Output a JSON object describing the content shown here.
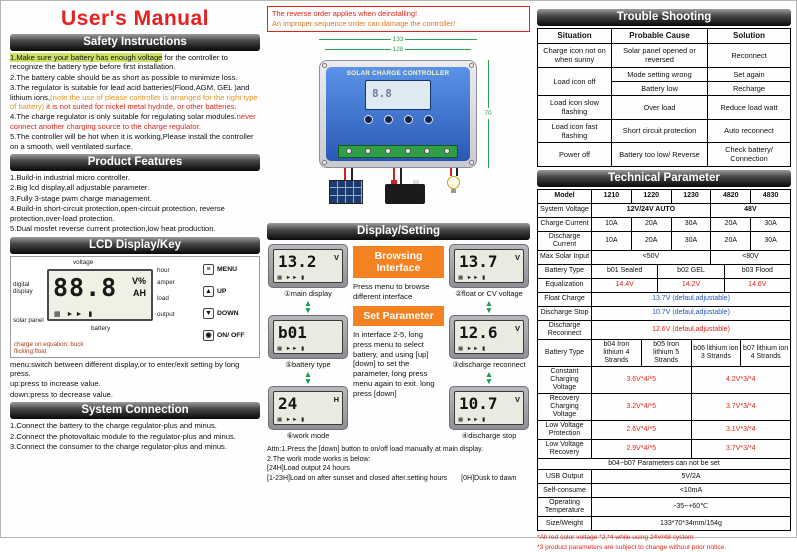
{
  "left": {
    "title": "User's Manual",
    "safety": {
      "header": "Safety Instructions",
      "i1_hl": "1.Make sure your battery has enough voltage",
      "i1_rest": " for the controller to recognize the battery type before first installation.",
      "i2": "2.The battery cable should be as short as possible to minimize loss.",
      "i3_a": "3.The regulator is suitable for lead acid batteries(Flood,AGM, GEL )and lithium ions,",
      "i3_note": "(note the use of please controller is arranged for the right type of battery)",
      "i3_red": " it is not suited for nickel metal hydride, or other batteries.",
      "i4_a": "4.The charge regulator is only suitable for regulating solar modules.",
      "i4_red": "never connect another charging source to the charge regulator.",
      "i5": "5.The controller will be hot when it is working,Please install the controller on a smooth, well ventilated surface."
    },
    "features": {
      "header": "Product Features",
      "items": [
        "1.Build-in industrial micro controller.",
        "2.Big lcd display,all adjustable parameter.",
        "3.Fully 3-stage pwm charge management.",
        "4.Build-in short-circuit protection,open-circuit protection, reverse protection,over-load protection.",
        "5.Dual mosfet reverse current protection,low heat production."
      ]
    },
    "lcd": {
      "header": "LCD Display/Key",
      "labels": {
        "voltage": "voltage",
        "digital_display": "digital display",
        "solar_panel": "solar panel",
        "hour": "hour",
        "amper": "amper",
        "load": "load",
        "output": "output",
        "battery": "battery"
      },
      "display_value": "88.8",
      "display_unit1": "V%",
      "display_unit2": "AH",
      "buttons": [
        "MENU",
        "UP",
        "DOWN",
        "ON/ OFF"
      ],
      "charge_note1": "charge on:equation: buck",
      "charge_note2": "flicking:float",
      "menu_desc": "menu:switch between different display,or to enter/exit setting by long press.",
      "up_desc": "up:press to increase value.",
      "down_desc": "down:press to decrease value."
    },
    "system": {
      "header": "System Connection",
      "items": [
        "1.Connect the battery to the charge regulator-plus and minus.",
        "2.Connect the photovoltaic module to the regulator-plus and minus.",
        "3.Connect the consumer to the charge regulator-plus and minus."
      ]
    }
  },
  "middle": {
    "warning1": "The reverse order applies when deinstalling!",
    "warning2": "An improper sequence order can damage the controller!",
    "controller": {
      "title": "SOLAR CHARGE CONTROLLER",
      "dim_width": "133",
      "dim_width2": "128",
      "dim_height": "70",
      "lcd_ghost": "8.8"
    },
    "display_setting": {
      "header": "Display/Setting",
      "panels": {
        "p1": {
          "value": "13.2",
          "unit": "V",
          "label": "①main display"
        },
        "p2": {
          "value": "13.7",
          "unit": "V",
          "label": "②float or CV voltage"
        },
        "p3": {
          "value": "12.6",
          "unit": "V",
          "label": "③discharge reconnect"
        },
        "p4": {
          "value": "10.7",
          "unit": "V",
          "label": "④discharge stop"
        },
        "p5": {
          "value": "b01",
          "unit": "",
          "label": "⑤battery type"
        },
        "p6": {
          "value": "24",
          "unit": "H",
          "label": "⑥work mode"
        }
      },
      "browsing_title": "Browsing Interface",
      "browsing_desc": "Press menu to browse different interface",
      "set_title": "Set Parameter",
      "set_desc": "In interface 2-5, long press menu to select battery, and using [up] [down] to set the parameter, long press menu again to exit. long press [down]"
    },
    "attn": {
      "line1": "Attn:1.Press the [down] button to on/off load manually at main display.",
      "line2": "2.The work mode works is below:",
      "line3": "[24H]Load output 24 hours",
      "line4": "[1-23H]Load on after sunset and closed after.setting hours",
      "line5": "[0H]Dusk to dawn"
    }
  },
  "right": {
    "trouble": {
      "header": "Trouble Shooting",
      "cols": [
        "Situation",
        "Probable Cause",
        "Solution"
      ],
      "r1": [
        "Charge icon not on when sunny",
        "Solar panel opened or reversed",
        "Reconnect"
      ],
      "r2a": "Load icon off",
      "r2": [
        "Mode setting wrong",
        "Set again"
      ],
      "r3": [
        "Battery low",
        "Recharge"
      ],
      "r4": [
        "Load icon slow flashing",
        "Over load",
        "Reduce load watt"
      ],
      "r5": [
        "Load icon fast flashing",
        "Short circuit protection",
        "Auto reconnect"
      ],
      "r6": [
        "Power off",
        "Battery too low/ Reverse",
        "Check battery/ Connection"
      ]
    },
    "tech": {
      "header": "Technical Parameter",
      "model_row": [
        "Model",
        "1210",
        "1220",
        "1230",
        "4820",
        "4830"
      ],
      "sysv": [
        "System Voltage",
        "12V/24V AUTO",
        "48V"
      ],
      "charge_current": [
        "Charge Current",
        "10A",
        "20A",
        "30A",
        "20A",
        "30A"
      ],
      "discharge_current": [
        "Discharge Current",
        "10A",
        "20A",
        "30A",
        "20A",
        "30A"
      ],
      "max_solar": [
        "Max Solar Input",
        "<50V",
        "<80V"
      ],
      "battery_type1": [
        "Battery Type",
        "b01 Sealed",
        "b02 GEL",
        "b03 Flood"
      ],
      "equalization": [
        "Equalization",
        "14.4V",
        "14.2V",
        "14.6V"
      ],
      "float_charge": [
        "Float Charge",
        "13.7V (defaul,adjustable)"
      ],
      "discharge_stop": [
        "Discharge Stop",
        "10.7V (defaul,adjustable)"
      ],
      "discharge_reconnect": [
        "Discharge Reconnect",
        "12.6V (defaul,adjustable)"
      ],
      "battery_type2": [
        "Battery Type",
        "b04 Iron lithium 4 Strands",
        "b05 Iron lithium 5 Strands",
        "b06 lithium ion 3 Strands",
        "b07 lithium ion 4 Strands"
      ],
      "constant_v": [
        "Constant Charging Voltage",
        "3.6V*4/*5",
        "4.2V*3/*4"
      ],
      "recovery_v": [
        "Recovery Charging Voltage",
        "3.2V*4/*5",
        "3.7V*3/*4"
      ],
      "low_protect": [
        "Low Voltage Protection",
        "2.6V*4/*5",
        "3.1V*3/*4"
      ],
      "low_recovery": [
        "Low Voltage Recovery",
        "2.9V*4/*5",
        "3.7V*3/*4"
      ],
      "b_note": "b04~b07 Parameters can not be set",
      "usb": [
        "USB Output",
        "5V/2A"
      ],
      "self": [
        "Self-consume",
        "<10mA"
      ],
      "temp": [
        "Operating Temperature",
        "-35~+60℃"
      ],
      "size": [
        "Size/Weight",
        "133*70*34mm/154g"
      ]
    },
    "notes": {
      "n1": "*All red color voltage *2,*4 while using 24V/48 system",
      "n2": "*3 product parameters are subject to change without prior notice."
    }
  },
  "icons": {
    "menu": "≡",
    "up": "▲",
    "down": "▼",
    "power": "◉",
    "panel_row": "▦ ►► ▮",
    "arrow_up": "▲",
    "arrow_down": "▼"
  },
  "colors": {
    "accent_red": "#e02518",
    "header_dark": "#090909",
    "orange_box": "#f58220",
    "green": "#17a04a",
    "panel_blue": "#2a59b5"
  }
}
